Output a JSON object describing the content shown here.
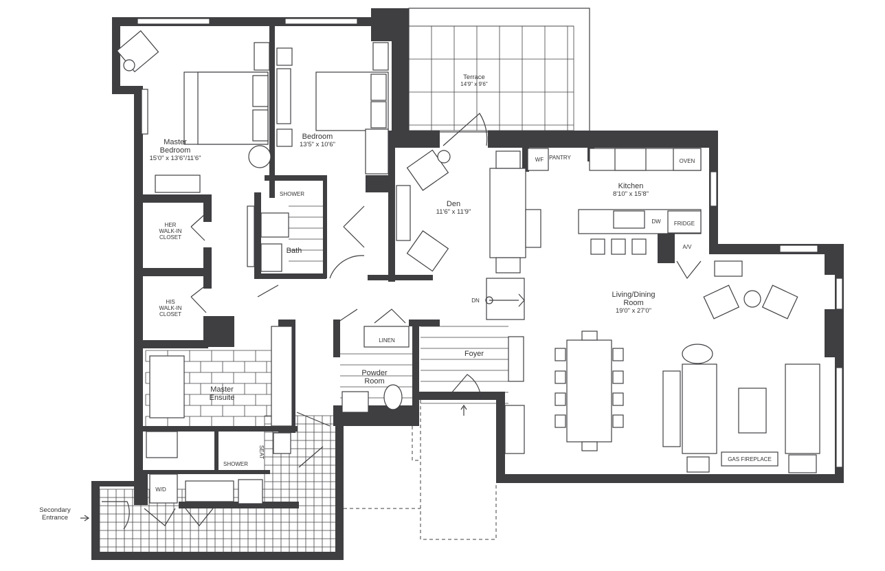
{
  "plan": {
    "rooms": [
      {
        "id": "master-bedroom",
        "name": "Master\nBedroom",
        "dims": "15'0\" x 13'6\"/11'6\""
      },
      {
        "id": "bedroom",
        "name": "Bedroom",
        "dims": "13'5\" x 10'6\""
      },
      {
        "id": "terrace",
        "name": "Terrace",
        "dims": "14'9\" x 9'6\""
      },
      {
        "id": "den",
        "name": "Den",
        "dims": "11'6\" x 11'9\""
      },
      {
        "id": "kitchen",
        "name": "Kitchen",
        "dims": "8'10\" x 15'8\""
      },
      {
        "id": "living-dining",
        "name": "Living/Dining\nRoom",
        "dims": "19'0\" x 27'0\""
      },
      {
        "id": "master-ensuite",
        "name": "Master\nEnsuite",
        "dims": ""
      },
      {
        "id": "powder-room",
        "name": "Powder\nRoom",
        "dims": ""
      },
      {
        "id": "bath",
        "name": "Bath",
        "dims": ""
      },
      {
        "id": "foyer",
        "name": "Foyer",
        "dims": ""
      }
    ],
    "labels": {
      "her_closet": "HER\nWALK-IN\nCLOSET",
      "his_closet": "HIS\nWALK-IN\nCLOSET",
      "shower_bath": "SHOWER",
      "shower_ensuite": "SHOWER",
      "seat": "SEAT",
      "linen": "LINEN",
      "wf": "WF",
      "pantry": "PANTRY",
      "oven": "OVEN",
      "dw": "DW",
      "fridge": "FRIDGE",
      "av": "A/V",
      "gas_fireplace": "GAS FIREPLACE",
      "wd": "W/D",
      "dn": "DN",
      "secondary_entrance": "Secondary\nEntrance"
    },
    "colors": {
      "wall": "#3f3f42",
      "line": "#3f3f42",
      "background": "#ffffff"
    }
  }
}
